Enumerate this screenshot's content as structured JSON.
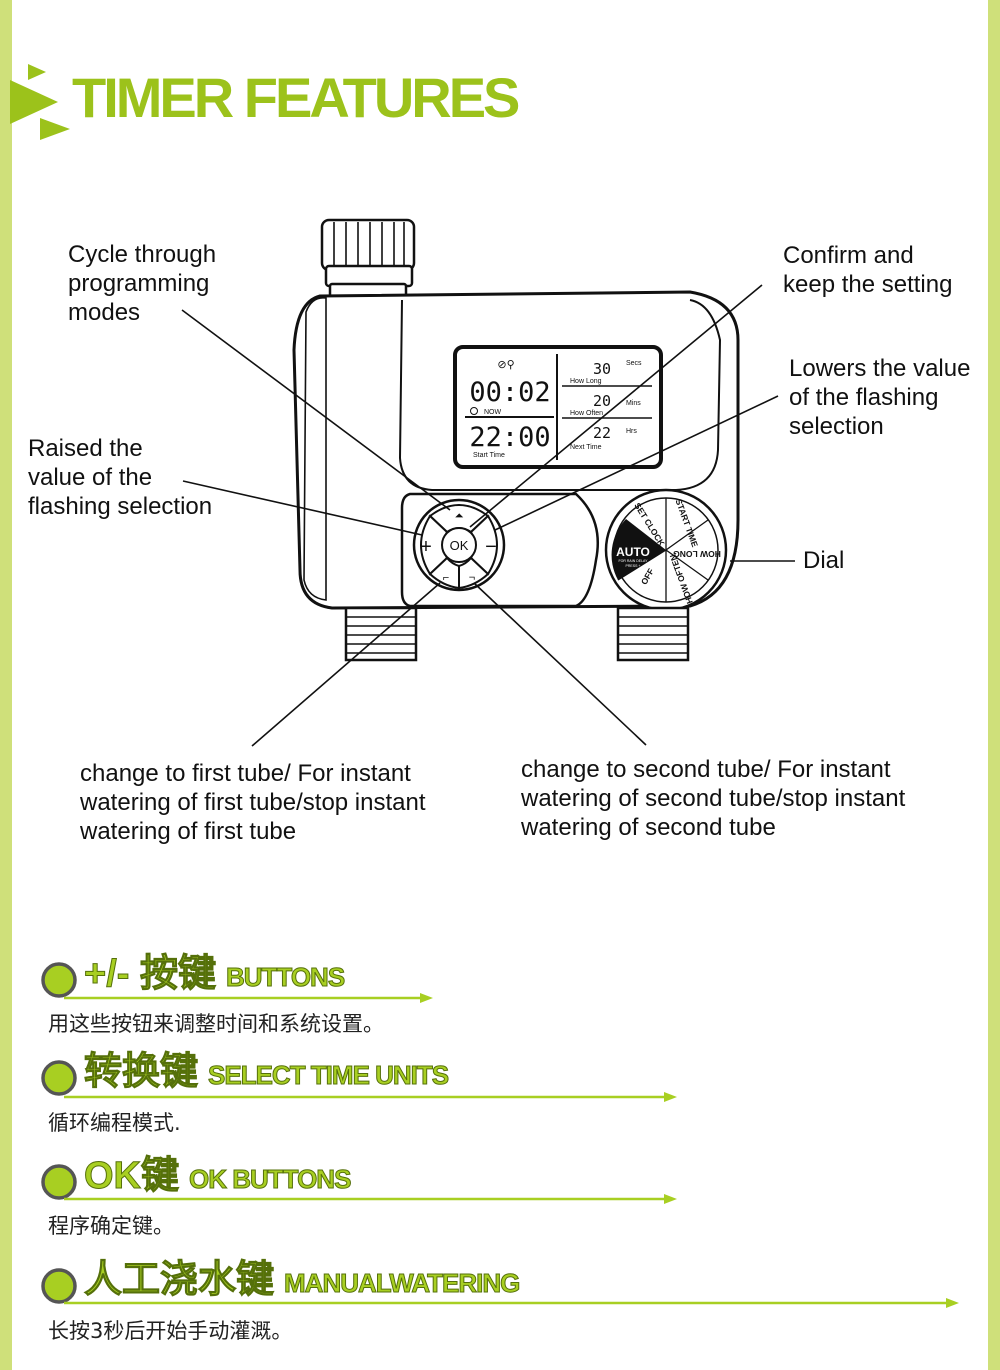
{
  "header": {
    "title": "TIMER FEATURES"
  },
  "lcd": {
    "clock_now": "00:02",
    "now_label": "NOW",
    "clock_start": "22:00",
    "start_label": "Start Time",
    "val_secs": "30",
    "secs_label": "Secs",
    "howlong_label": "How Long",
    "val_mins": "20",
    "mins_label": "Mins",
    "howoften_label": "How Often",
    "val_hrs": "22",
    "hrs_label": "Hrs",
    "nexttime_label": "Next Time"
  },
  "keypad": {
    "ok": "OK",
    "plus": "+",
    "minus": "−"
  },
  "dial": {
    "auto": "AUTO",
    "auto_sub1": "FOR RAIN DELAY",
    "auto_sub2": "PRESS +",
    "set_clock": "SET CLOCK",
    "start_time": "START TIME",
    "how_long": "HOW LONG",
    "how_often": "HOW OFTEN",
    "off": "OFF"
  },
  "callouts": {
    "cycle": "Cycle through\nprogramming\nmodes",
    "confirm": "Confirm and\nkeep the setting",
    "lowers": "Lowers the value\nof the flashing\nselection",
    "raised": "Raised the\nvalue of the\nflashing selection",
    "dial": "Dial",
    "first_tube": "change to first tube/ For instant\nwatering of first tube/stop instant\nwatering of first tube",
    "second_tube": "change to second tube/ For instant\nwatering of second tube/stop instant\nwatering of second tube"
  },
  "features": [
    {
      "cn": "+/- 按键",
      "en": "BUTTONS",
      "desc": "用这些按钮来调整时间和系统设置。"
    },
    {
      "cn": "转换键",
      "en": "SELECT TIME UNITS",
      "desc": "循环编程模式."
    },
    {
      "cn": "OK键",
      "en": "OK BUTTONS",
      "desc": "程序确定键。"
    },
    {
      "cn": "人工浇水键",
      "en": "MANUALWATERING",
      "desc": "长按3秒后开始手动灌溉。"
    }
  ],
  "colors": {
    "accent": "#9cc21b",
    "frame": "#cfe07a",
    "dot": "#a8cf22"
  }
}
